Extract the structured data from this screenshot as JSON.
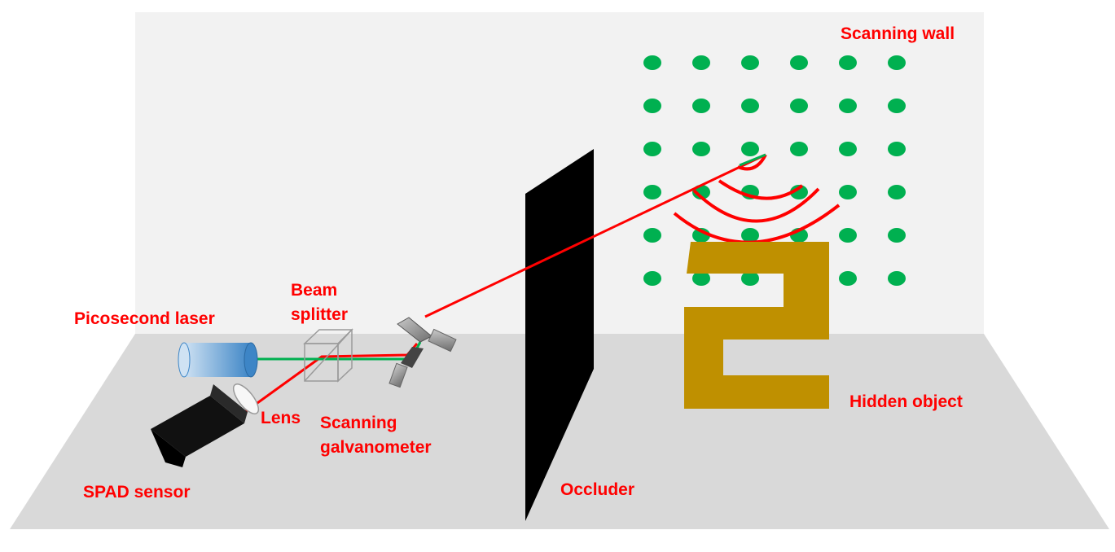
{
  "labels": {
    "scanning_wall": "Scanning wall",
    "picosecond_laser": "Picosecond laser",
    "beam_splitter_line1": "Beam",
    "beam_splitter_line2": "splitter",
    "lens": "Lens",
    "scanning_galvanometer_line1": "Scanning",
    "scanning_galvanometer_line2": "galvanometer",
    "spad_sensor": "SPAD sensor",
    "occluder": "Occluder",
    "hidden_object": "Hidden object"
  },
  "colors": {
    "wall": "#f2f2f2",
    "floor": "#d9d9d9",
    "label": "#ff0000",
    "dots": "#00b050",
    "laser_beam": "#ff0000",
    "reference_beam": "#00b050",
    "occluder": "#000000",
    "hidden_object": "#bf9000",
    "laser_body": "#6fa8dc"
  },
  "scan_grid": {
    "rows": 6,
    "columns": 6
  }
}
